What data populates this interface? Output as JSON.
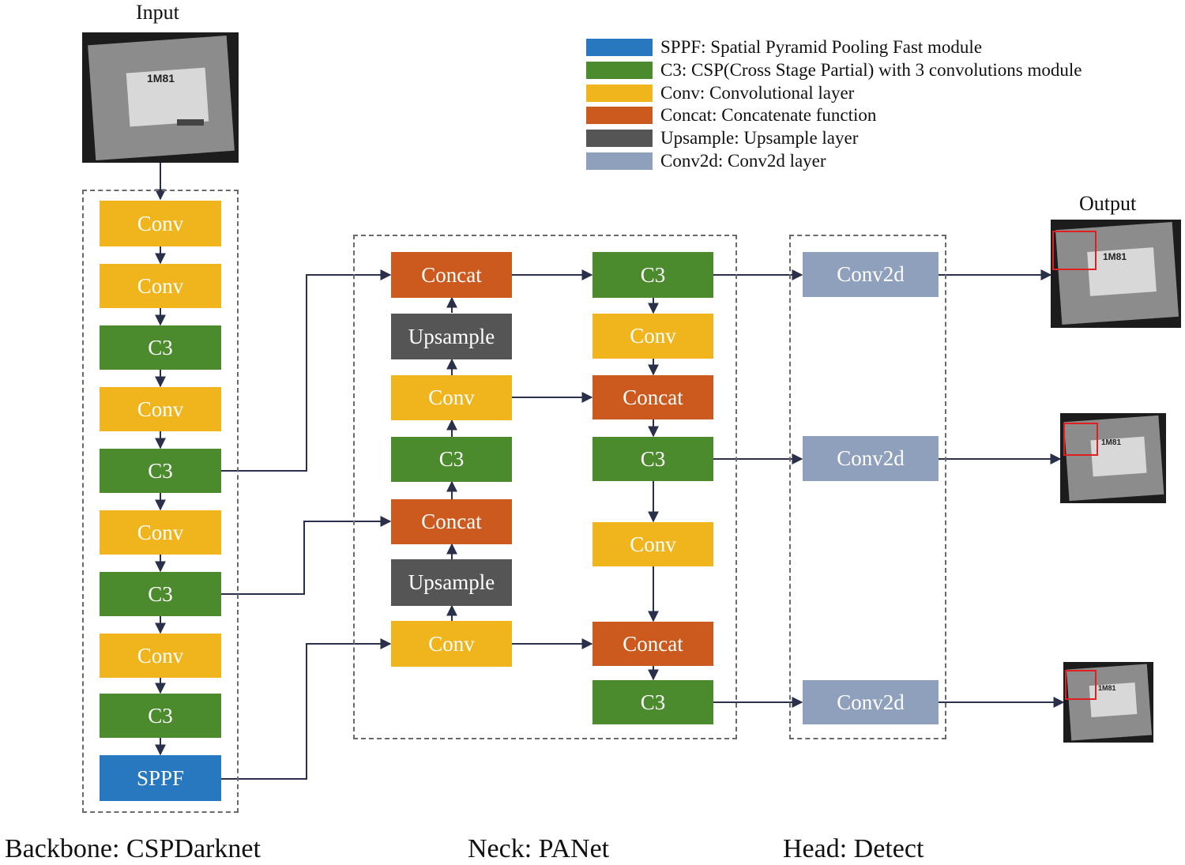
{
  "titles": {
    "input": "Input",
    "output": "Output",
    "backbone": "Backbone: CSPDarknet",
    "neck": "Neck: PANet",
    "head": "Head: Detect"
  },
  "legend": [
    {
      "color": "#2878c0",
      "text": "SPPF: Spatial Pyramid Pooling Fast module"
    },
    {
      "color": "#4c8a2e",
      "text": "C3: CSP(Cross Stage Partial) with 3 convolutions module"
    },
    {
      "color": "#f0b41c",
      "text": "Conv: Convolutional layer"
    },
    {
      "color": "#cc5a1e",
      "text": "Concat: Concatenate function"
    },
    {
      "color": "#555555",
      "text": "Upsample: Upsample layer"
    },
    {
      "color": "#8fa0bd",
      "text": "Conv2d: Conv2d layer"
    }
  ],
  "backbone": [
    "Conv",
    "Conv",
    "C3",
    "Conv",
    "C3",
    "Conv",
    "C3",
    "Conv",
    "C3",
    "SPPF"
  ],
  "neck_left": [
    "Concat",
    "Upsample",
    "Conv",
    "C3",
    "Concat",
    "Upsample",
    "Conv"
  ],
  "neck_right": [
    "C3",
    "Conv",
    "Concat",
    "C3",
    "Conv",
    "Concat",
    "C3"
  ],
  "head": [
    "Conv2d",
    "Conv2d",
    "Conv2d"
  ],
  "photo_text": "1M81"
}
